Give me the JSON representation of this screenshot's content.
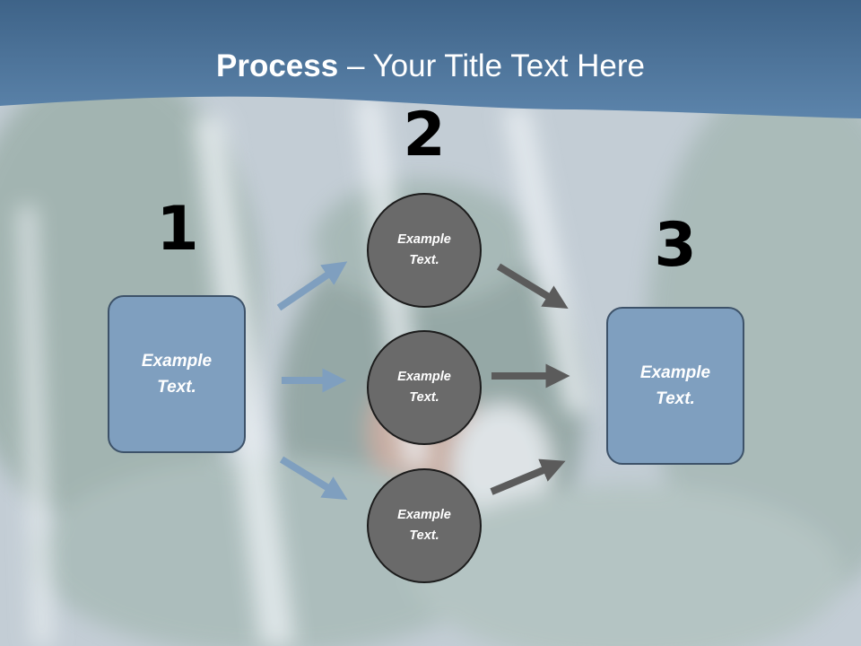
{
  "slide": {
    "title_bold": "Process",
    "title_rest": " – Your Title Text Here",
    "colors": {
      "header": "#4d7399",
      "box": "#7f9fbf",
      "circle": "#6a6a6a",
      "blue_arrow": "#7f9fbf",
      "gray_arrow": "#5b5b5b"
    }
  },
  "steps": {
    "one": {
      "number": "1",
      "line1": "Example",
      "line2": "Text."
    },
    "two": {
      "number": "2",
      "items": [
        {
          "line1": "Example",
          "line2": "Text."
        },
        {
          "line1": "Example",
          "line2": "Text."
        },
        {
          "line1": "Example",
          "line2": "Text."
        }
      ]
    },
    "three": {
      "number": "3",
      "line1": "Example",
      "line2": "Text."
    }
  }
}
